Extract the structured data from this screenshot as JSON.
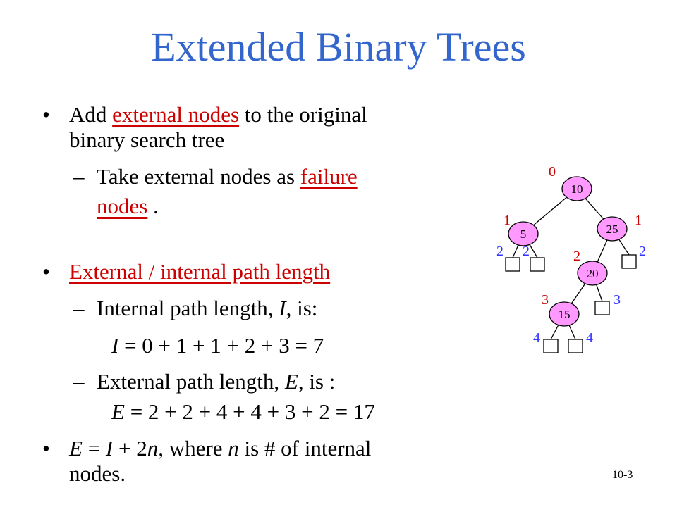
{
  "title": "Extended Binary Trees",
  "bullet_glyph": "•",
  "dash_glyph": "–",
  "b1": {
    "pre": "Add ",
    "link": "external nodes",
    "post": " to the original",
    "line2": "binary search tree"
  },
  "sub1": {
    "pre": "Take external nodes as ",
    "link1": "failure",
    "link2": "nodes",
    "post": " ."
  },
  "b2": {
    "text": "External / internal path length"
  },
  "sub2": {
    "pre": "Internal path length, ",
    "var": "I",
    "post": ", is:"
  },
  "eq1": {
    "var": "I",
    "rest": " = 0 + 1 + 1 + 2 + 3 = 7"
  },
  "sub3": {
    "pre": "External path length, ",
    "var": "E",
    "post": ", is :"
  },
  "eq2": {
    "var": "E",
    "rest": " = 2 + 2 + 4 + 4 + 3 + 2 = 17"
  },
  "b3": {
    "e": "E",
    "eq": " = ",
    "i": "I",
    "plus": " + 2",
    "n": "n,",
    "where": " where ",
    "n2": "n",
    "post": " is # of internal",
    "line2": "nodes."
  },
  "tree": {
    "internal_nodes": [
      "10",
      "5",
      "25",
      "20",
      "15"
    ],
    "internal_depth_labels": [
      "0",
      "1",
      "1",
      "2",
      "3"
    ],
    "external_depth_labels": [
      "2",
      "2",
      "2",
      "3",
      "4",
      "4"
    ]
  },
  "colors": {
    "title": "#3366cc",
    "highlight": "#cc0000",
    "node_fill": "#ff99ff",
    "external_label": "#3333ff"
  },
  "page_number": "10-3"
}
